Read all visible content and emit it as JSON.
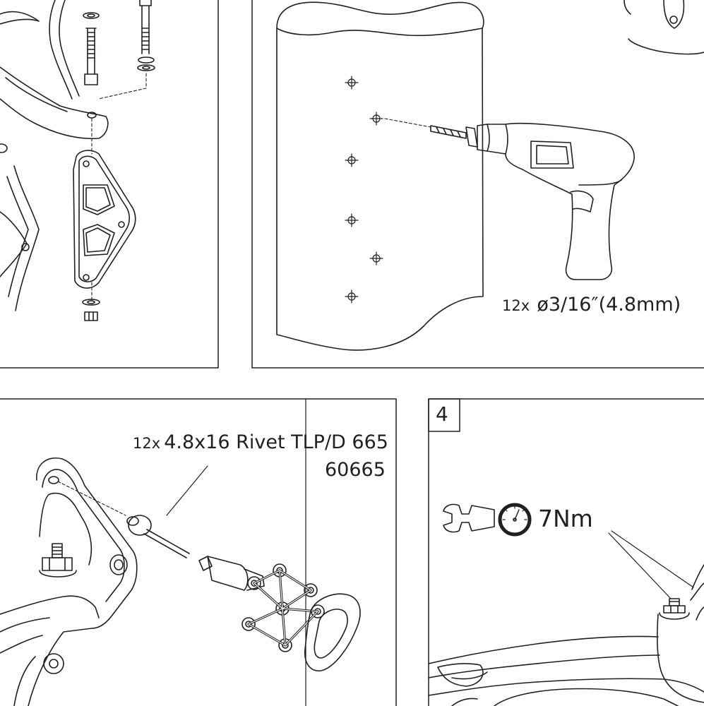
{
  "panel_drill": {
    "quantity": "12x",
    "hole_size": "ø3/16″(4.8mm)"
  },
  "panel_rivet": {
    "quantity": "12x",
    "rivet_spec": "4.8x16 Rivet TLP/D 665",
    "part_code": "60665"
  },
  "panel_torque": {
    "step_number": "4",
    "torque_value": "7Nm"
  },
  "icons": [
    "wrench-icon",
    "torque-gauge-icon",
    "drill-icon",
    "rivet-gun-icon",
    "bolt-icon",
    "nut-icon",
    "washer-icon",
    "mounting-bracket-icon",
    "tube-icon"
  ]
}
